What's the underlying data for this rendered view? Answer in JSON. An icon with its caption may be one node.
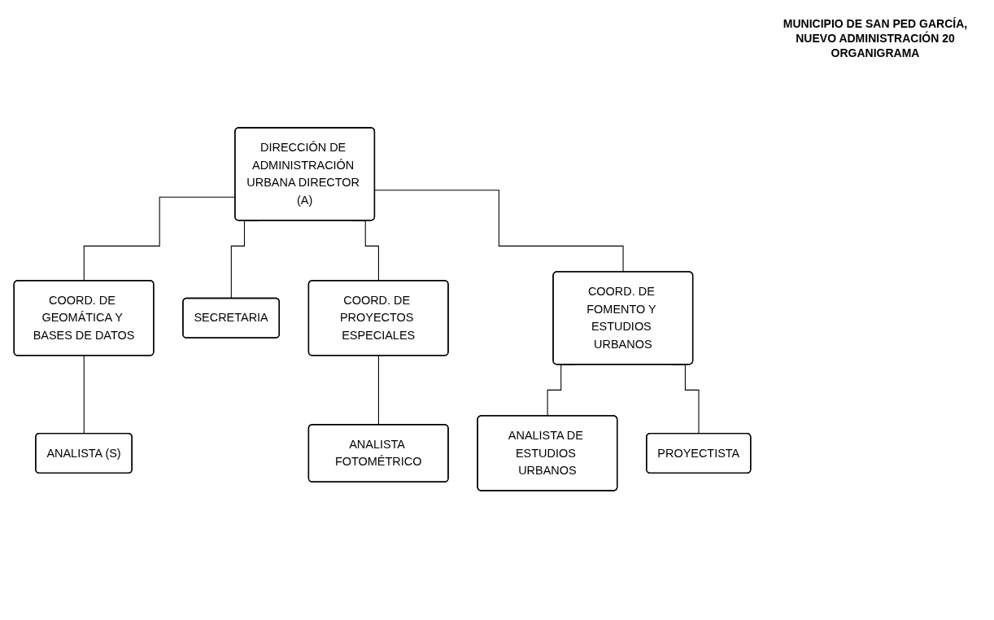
{
  "diagram": {
    "title": "MUNICIPIO DE SAN PED GARCÍA, NUEVO ADMINISTRACIÓN 20 ORGANIGRAMA",
    "nodes": [
      {
        "text": [
          "DIRECCIÓN DE ADMINISTRACIÓN URBANA DIRECTOR (A)"
        ]
      },
      {
        "text": [
          "COORD. DE GEOMÁTICA Y BASES DE DATOS"
        ]
      },
      {
        "text": [
          "SECRETARIA"
        ]
      },
      {
        "text": [
          "COORD. DE PROYECTOS ESPECIALES"
        ]
      },
      {
        "text": [
          "COORD. DE FOMENTO Y ESTUDIOS URBANOS"
        ]
      },
      {
        "text": [
          "ANALISTA (S)"
        ]
      },
      {
        "text": [
          "ANALISTA FOTOMÉTRICO"
        ]
      },
      {
        "text": [
          "ANALISTA DE ESTUDIOS URBANOS"
        ]
      },
      {
        "text": [
          "PROYECTISTA"
        ]
      }
    ],
    "edges": [
      {
        "from": 0,
        "to": 1,
        "arrow": "none"
      },
      {
        "from": 0,
        "to": 2,
        "arrow": "none"
      },
      {
        "from": 0,
        "to": 3,
        "arrow": "none"
      },
      {
        "from": 0,
        "to": 4,
        "arrow": "none"
      },
      {
        "from": 1,
        "to": 5,
        "arrow": "none"
      },
      {
        "from": 3,
        "to": 6,
        "arrow": "none"
      },
      {
        "from": 4,
        "to": 7,
        "arrow": "none"
      },
      {
        "from": 4,
        "to": 8,
        "arrow": "none"
      }
    ]
  }
}
